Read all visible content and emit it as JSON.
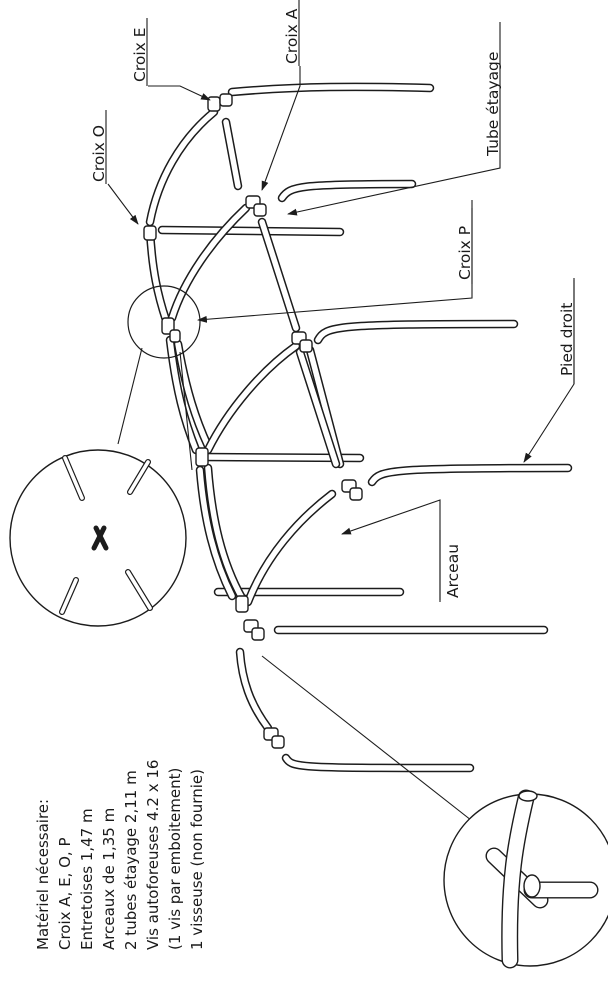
{
  "labels": {
    "croix_e": "Croix E",
    "croix_a": "Croix A",
    "tube_etayage": "Tube étayage",
    "croix_o": "Croix O",
    "croix_p": "Croix P",
    "pied_droit": "Pied droit",
    "arceau": "Arceau"
  },
  "materiel": [
    "Matériel nécessaire:",
    "Croix A, E, O, P",
    "Entretoises 1,47 m",
    "Arceaux de 1,35 m",
    "2 tubes étayage 2,11 m",
    "Vis autoforeuses 4.2 x 16",
    "(1 vis par emboitement)",
    "1 visseuse (non fournie)"
  ]
}
